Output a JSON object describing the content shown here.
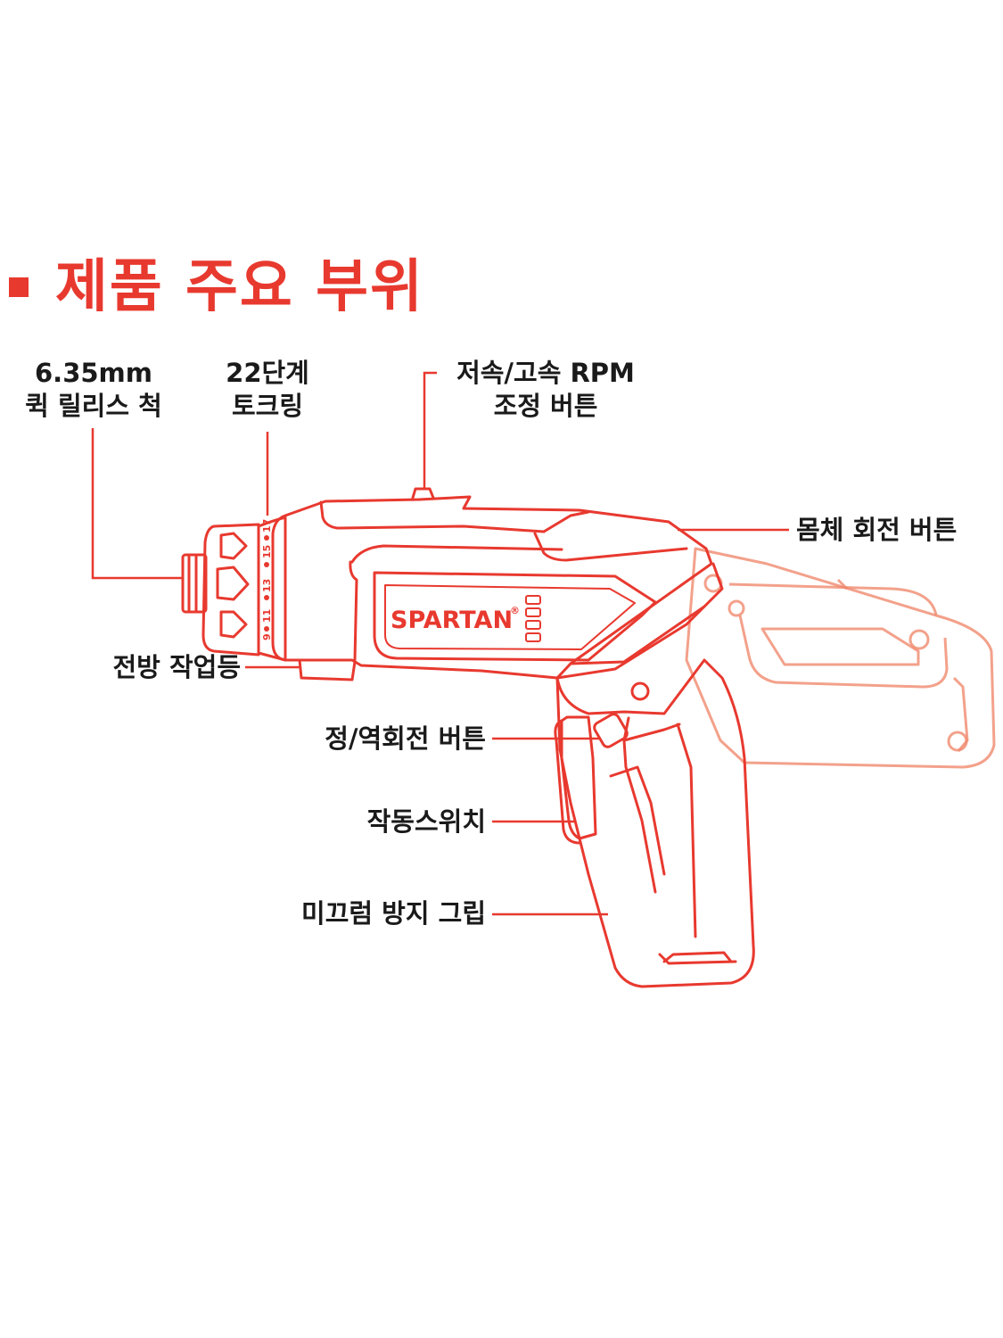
{
  "title": "제품 주요 부위",
  "brand": "SPARTAN",
  "brand_mark": "®",
  "torque_scale": [
    "9",
    "11",
    "13",
    "15",
    "17"
  ],
  "labels": {
    "chuck_line1": "6.35mm",
    "chuck_line2": "퀵 릴리스 척",
    "torque_line1": "22단계",
    "torque_line2": "토크링",
    "rpm_line1": "저속/고속 RPM",
    "rpm_line2": "조정 버튼",
    "rotate_body": "몸체 회전 버튼",
    "work_light": "전방 작업등",
    "direction": "정/역회전 버튼",
    "trigger": "작동스위치",
    "grip": "미끄럼 방지 그립"
  },
  "colors": {
    "accent": "#e8392f",
    "text": "#1a1a1a",
    "ghost": "#f08a6e"
  }
}
